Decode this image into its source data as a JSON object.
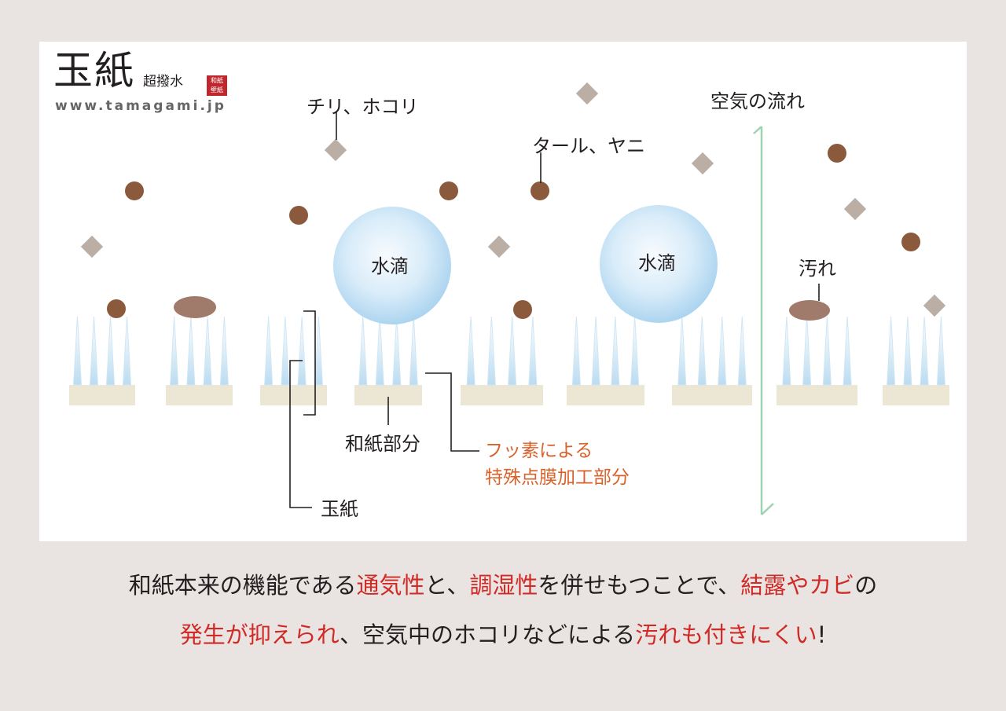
{
  "logo": {
    "main": "玉紙",
    "sub": "超撥水",
    "seal_top": "和紙",
    "seal_bottom": "壁紙",
    "url": "www.tamagami.jp"
  },
  "labels": {
    "dust": "チリ、ホコリ",
    "tar": "タール、ヤニ",
    "airflow": "空気の流れ",
    "drop1": "水滴",
    "drop2": "水滴",
    "stain": "汚れ",
    "washi_part": "和紙部分",
    "fluorine_line1": "フッ素による",
    "fluorine_line2": "特殊点膜加工部分",
    "tamagami": "玉紙"
  },
  "caption": {
    "line1": [
      {
        "text": "和紙本来の機能である",
        "highlight": false
      },
      {
        "text": "通気性",
        "highlight": true
      },
      {
        "text": "と、",
        "highlight": false
      },
      {
        "text": "調湿性",
        "highlight": true
      },
      {
        "text": "を併せもつことで、",
        "highlight": false
      },
      {
        "text": "結露やカビ",
        "highlight": true
      },
      {
        "text": "の",
        "highlight": false
      }
    ],
    "line2": [
      {
        "text": "発生が抑えられ",
        "highlight": true
      },
      {
        "text": "、空気中のホコリなどによる",
        "highlight": false
      },
      {
        "text": "汚れも付きにくい",
        "highlight": true
      },
      {
        "text": "!",
        "highlight": false
      }
    ]
  },
  "colors": {
    "background": "#e9e4e1",
    "panel": "#ffffff",
    "particle_brown": "#8b5a3c",
    "particle_gray": "#bbaea5",
    "spike_blue": "#cfe6f5",
    "paper_base": "#ece6d4",
    "airflow_line": "#9fd3b0",
    "orange_label": "#d9622b",
    "highlight_red": "#d12a26"
  },
  "icons": [
    "dust-diamond-icon",
    "tar-dot-icon",
    "water-drop-icon",
    "stain-blob-icon",
    "airflow-arrow-icon"
  ]
}
